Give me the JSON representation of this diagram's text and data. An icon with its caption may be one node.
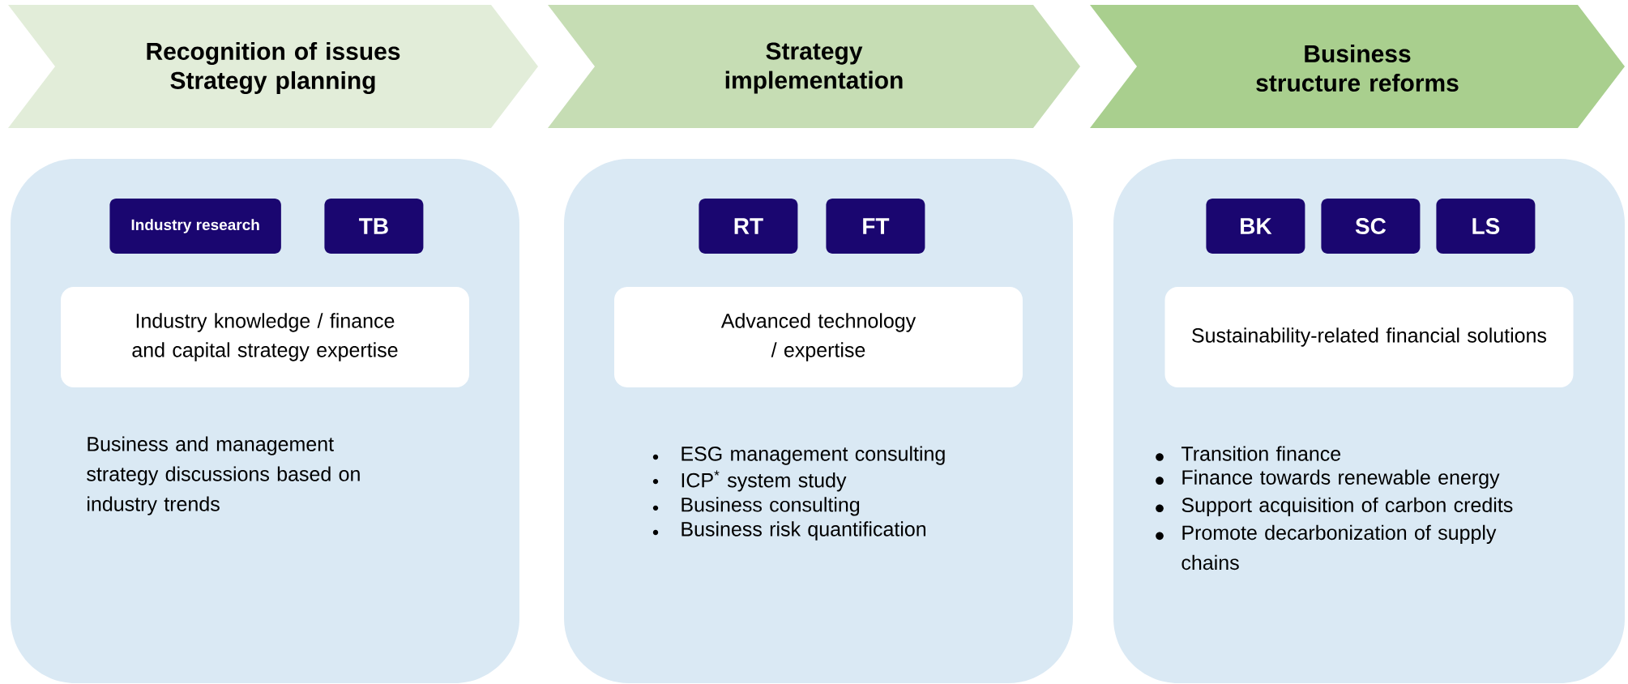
{
  "diagram": {
    "nodes": [
      {
        "text": [
          "Recognition of issues Strategy planning"
        ]
      },
      {
        "text": [
          "Strategy implementation"
        ]
      },
      {
        "text": [
          "Business structure reforms"
        ]
      },
      {
        "text": [
          "Business and management strategy discussions based on industry trends"
        ]
      },
      {
        "text": [
          "Industry research"
        ],
        "in": 3
      },
      {
        "text": [
          "TB"
        ],
        "in": 3
      },
      {
        "text": [
          "Industry knowledge / finance and capital strategy expertise"
        ],
        "in": 3
      },
      {
        "text": [
          "ESG management consulting",
          "ICP$^{*}$ system study",
          "Business consulting",
          "Business risk quantification"
        ]
      },
      {
        "text": [
          "RT"
        ],
        "in": 7
      },
      {
        "text": [
          "FT"
        ],
        "in": 7
      },
      {
        "text": [
          "Advanced technology / expertise"
        ],
        "in": 7
      },
      {
        "text": [
          "Transition finance",
          "Finance towards renewable energy",
          "Support acquisition of carbon credits",
          "Promote decarbonization of supply chains"
        ]
      },
      {
        "text": [
          "BK"
        ],
        "in": 11
      },
      {
        "text": [
          "SC"
        ],
        "in": 11
      },
      {
        "text": [
          "LS"
        ],
        "in": 11
      },
      {
        "text": [
          "Sustainability-related financial solutions"
        ],
        "in": 11
      }
    ],
    "edges": []
  }
}
